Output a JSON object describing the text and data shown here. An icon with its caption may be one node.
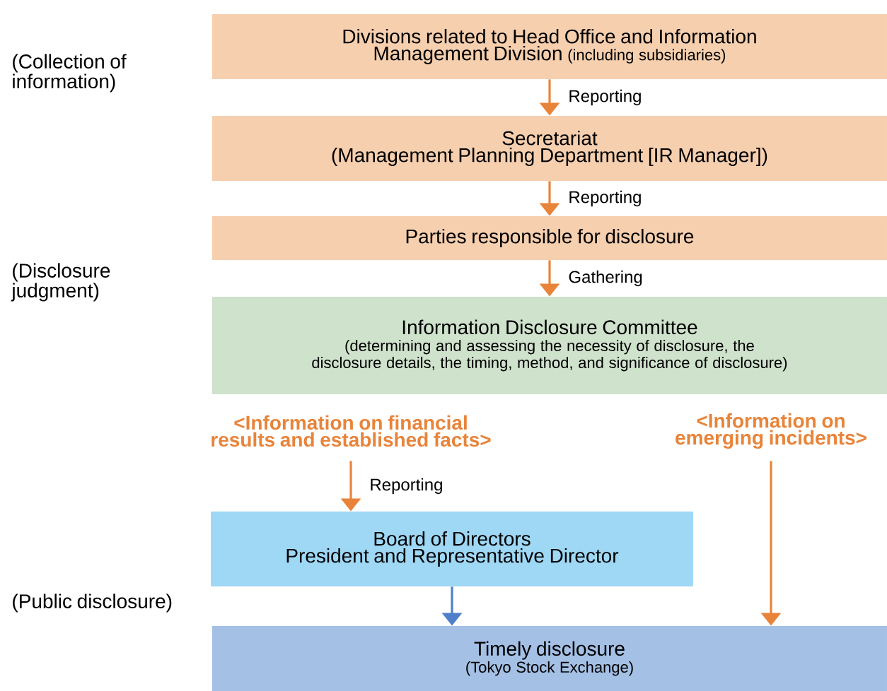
{
  "diagram": {
    "nodes": [
      {
        "text": [
          "Divisions related to Head Office and Information Management Division",
          "(including subsidiaries)"
        ]
      },
      {
        "text": [
          "Secretariat",
          "(Management Planning Department [IR Manager])"
        ]
      },
      {
        "text": [
          "Parties responsible for disclosure"
        ]
      },
      {
        "text": [
          "Information Disclosure Committee",
          "(determining and assessing the necessity of disclosure, the disclosure details, the timing, method, and significance of disclosure)"
        ]
      },
      {
        "text": [
          "<Information on financial results and established facts>"
        ]
      },
      {
        "text": [
          "<Information on emerging incidents>"
        ]
      },
      {
        "text": [
          "Board of Directors",
          "President and Representative Director"
        ]
      },
      {
        "text": [
          "Timely disclosure",
          "(Tokyo Stock Exchange)"
        ]
      }
    ],
    "edges": [
      {
        "from": 0,
        "to": 1,
        "arrow": "to",
        "label": "Reporting"
      },
      {
        "from": 1,
        "to": 2,
        "arrow": "to",
        "label": "Reporting"
      },
      {
        "from": 2,
        "to": 3,
        "arrow": "to",
        "label": "Gathering"
      },
      {
        "from": 4,
        "to": 6,
        "arrow": "to",
        "label": "Reporting"
      },
      {
        "from": 6,
        "to": 7,
        "arrow": "to",
        "color": "#4f7fc8"
      },
      {
        "from": 5,
        "to": 7,
        "arrow": "to"
      }
    ],
    "labels": [
      "(Collection of information)",
      "(Disclosure judgment)",
      "(Public disclosure)"
    ]
  }
}
